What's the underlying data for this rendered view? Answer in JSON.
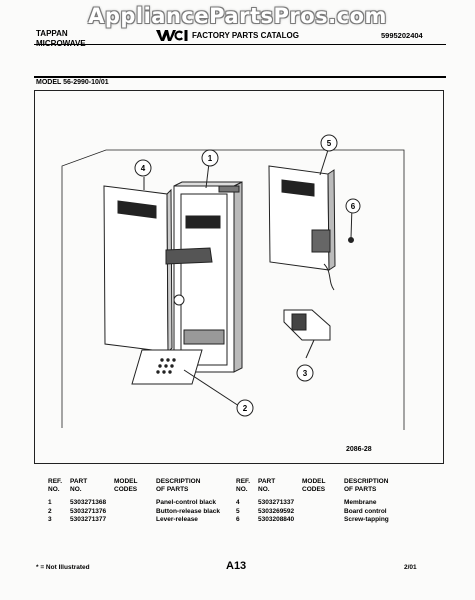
{
  "watermark": "AppliancePartsPros.com",
  "header": {
    "brand_line1": "TAPPAN",
    "brand_line2": "MICROWAVE",
    "catalog_title": "FACTORY PARTS CATALOG",
    "catalog_number": "5995202404",
    "logo_icon": "wci-logo"
  },
  "model_label": "MODEL 56-2990-10/01",
  "diagram": {
    "callouts": [
      "1",
      "2",
      "3",
      "4",
      "5",
      "6"
    ],
    "code": "2086-28"
  },
  "parts_table": {
    "headers": {
      "ref_line1": "REF.",
      "ref_line2": "NO.",
      "part_line1": "PART",
      "part_line2": "NO.",
      "model_line1": "MODEL",
      "model_line2": "CODES",
      "desc_line1": "DESCRIPTION",
      "desc_line2": "OF PARTS"
    },
    "left_rows": [
      {
        "ref": "1",
        "part": "5303271368",
        "model": "",
        "desc": "Panel-control black"
      },
      {
        "ref": "2",
        "part": "5303271376",
        "model": "",
        "desc": "Button-release black"
      },
      {
        "ref": "3",
        "part": "5303271377",
        "model": "",
        "desc": "Lever-release"
      }
    ],
    "right_rows": [
      {
        "ref": "4",
        "part": "5303271337",
        "model": "",
        "desc": "Membrane"
      },
      {
        "ref": "5",
        "part": "5303269592",
        "model": "",
        "desc": "Board control"
      },
      {
        "ref": "6",
        "part": "5303208840",
        "model": "",
        "desc": "Screw-tapping"
      }
    ]
  },
  "footer": {
    "footnote": "* = Not Illustrated",
    "page": "A13",
    "date": "2/01"
  }
}
